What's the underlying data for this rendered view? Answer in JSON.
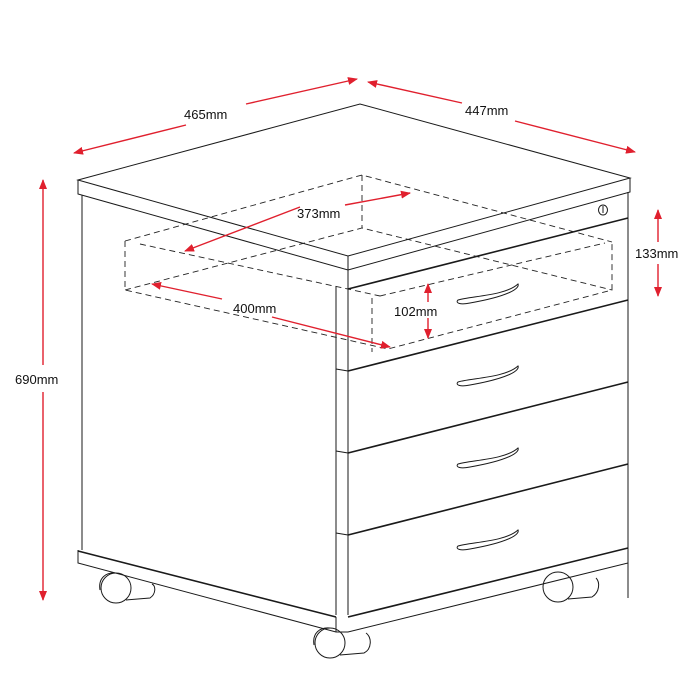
{
  "diagram": {
    "subject": "Mobile pedestal with 4 drawers",
    "colors": {
      "line": "#1a1a1a",
      "dimension": "#e0202e",
      "background": "#ffffff"
    },
    "dimensions": {
      "width": "465mm",
      "depth": "447mm",
      "height": "690mm",
      "drawer_front_height": "133mm",
      "drawer_inner_depth": "373mm",
      "drawer_inner_width": "400mm",
      "drawer_inner_height": "102mm"
    },
    "drawer_count": 4,
    "caster_count": 3
  }
}
